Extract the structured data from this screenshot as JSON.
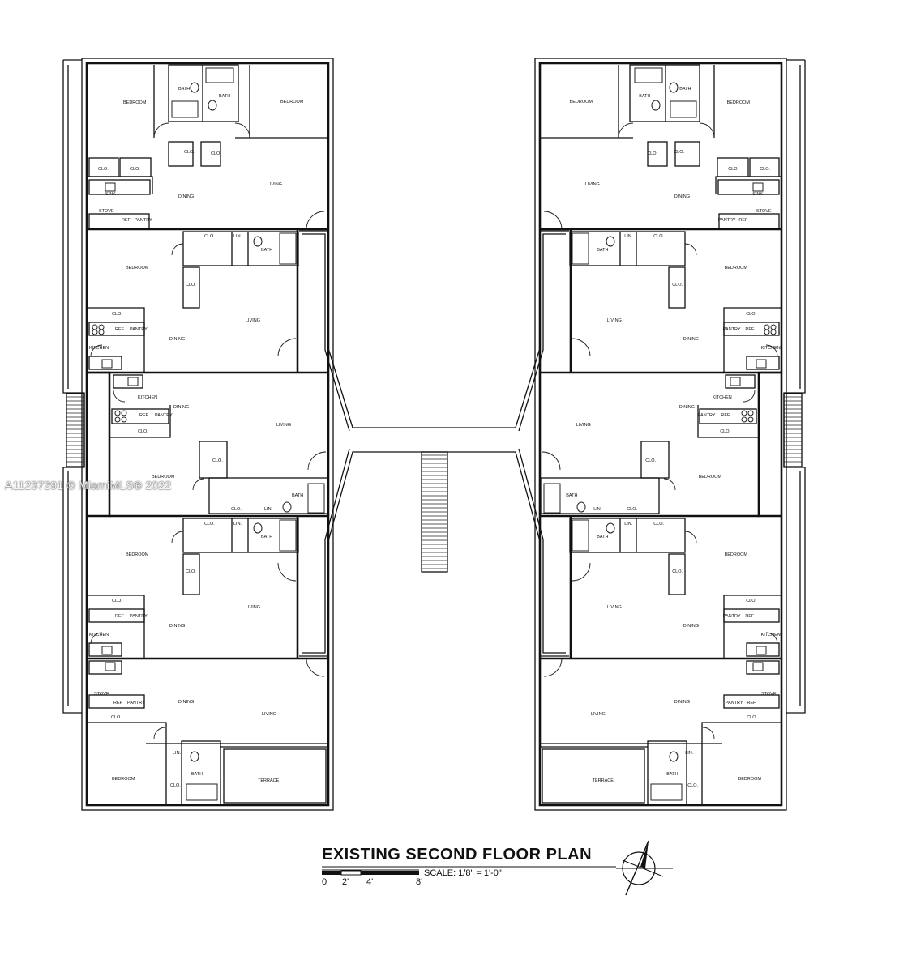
{
  "plan": {
    "title": "EXISTING SECOND FLOOR PLAN",
    "scale_label": "SCALE:  1/8\" = 1'-0\"",
    "scale_ticks": [
      "0",
      "2'",
      "4'",
      "8'"
    ]
  },
  "watermark": "A11237291 © MiamiMLS® 2022",
  "room_labels": {
    "bedroom": "BEDROOM",
    "bath": "BATH",
    "clo": "CLO.",
    "lin": "LIN.",
    "living": "LIVING",
    "dining": "DINING",
    "kitchen": "KITCHEN",
    "pantry": "PANTRY",
    "ref": "REF",
    "stove": "STOVE",
    "sink": "SINK",
    "terrace": "TERRACE"
  },
  "colors": {
    "lines": "#111111",
    "background": "#ffffff"
  }
}
